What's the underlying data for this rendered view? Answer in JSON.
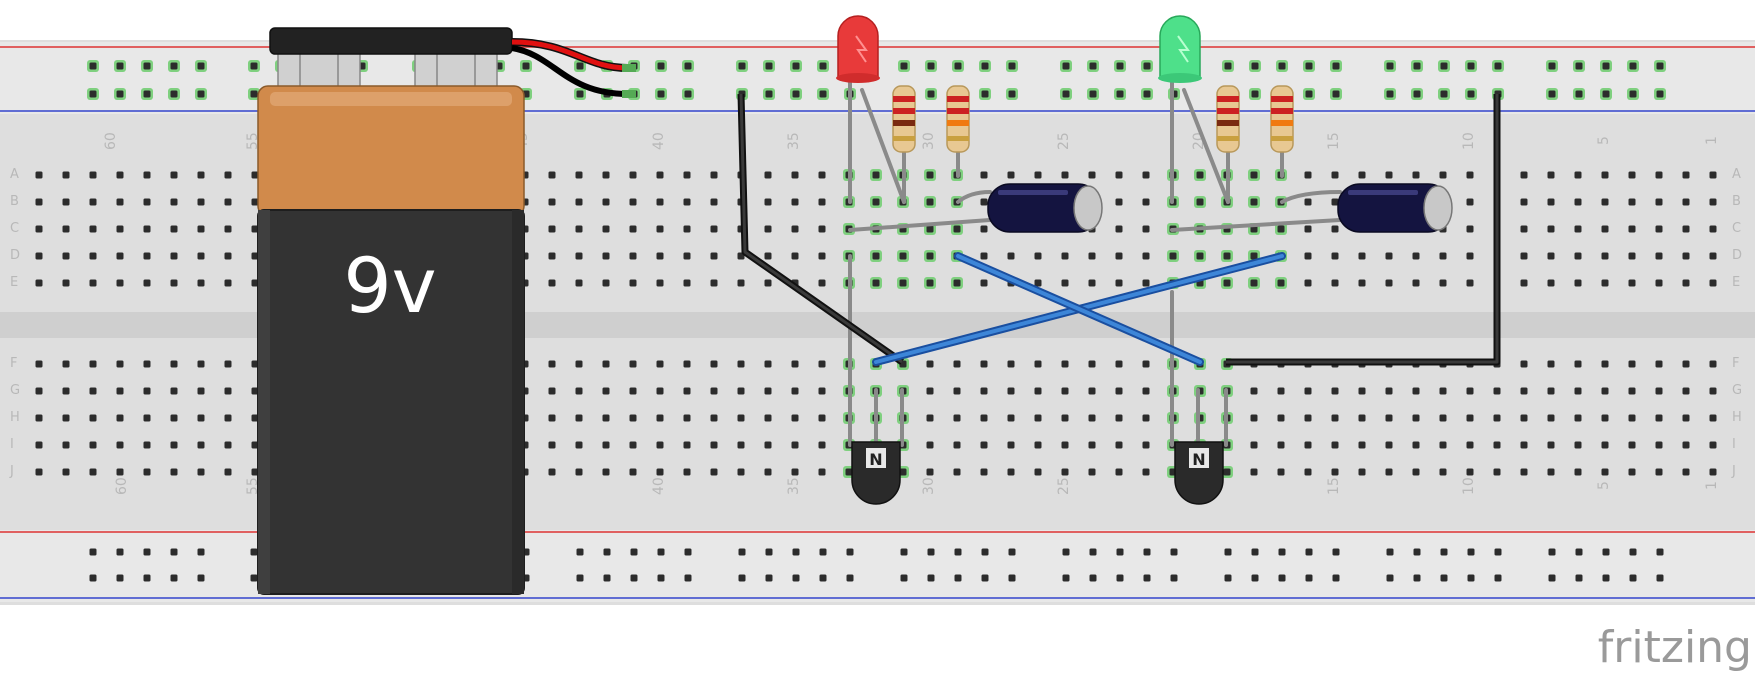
{
  "battery": {
    "label": "9v"
  },
  "breadboard": {
    "row_letters": [
      "A",
      "B",
      "C",
      "D",
      "E",
      "F",
      "G",
      "H",
      "I",
      "J"
    ],
    "column_numbers": [
      "60",
      "55",
      "45",
      "40",
      "35",
      "30",
      "25",
      "20",
      "15",
      "10",
      "5",
      "1"
    ]
  },
  "components": {
    "led_left_color": "red",
    "led_right_color": "green",
    "transistor_left_mark": "N",
    "transistor_right_mark": "N"
  },
  "brand": {
    "text": "fritzing"
  }
}
